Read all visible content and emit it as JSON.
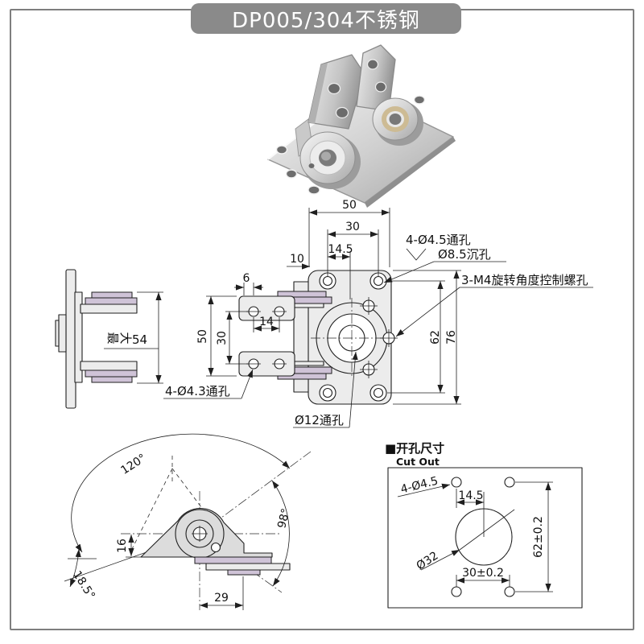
{
  "title_bar": {
    "label": "DP005/304不锈钢"
  },
  "colors": {
    "title_bar_bg": "#8a8a8a",
    "page_border": "#7e7e7e",
    "drawing_line": "#1f1f1f",
    "part_fill": "#ececec",
    "washer_fill": "#cfc3d7"
  },
  "front_view": {
    "dims": {
      "overall_width": "50",
      "hole_spacing": "30",
      "center_offset": "14.5",
      "edge_to_hole": "10",
      "arm_offset": "6",
      "arm_hole_spacing": "14",
      "arm_overall": "50",
      "arm_hole_vertical": "30",
      "vertical_holes": "62",
      "overall_height": "76"
    },
    "labels": {
      "counterbore1": "4-Ø4.5通孔",
      "counterbore2": "Ø8.5沉孔",
      "m4": "3-M4旋转角度控制螺孔",
      "arm_holes": "4-Ø4.3通孔",
      "center_hole": "Ø12通孔"
    }
  },
  "side_view": {
    "max1": "最",
    "max2": "大",
    "max_value": "54"
  },
  "angle_view": {
    "open_angle": "120°",
    "travel_angle": "98°",
    "down_angle": "18.5°",
    "pivot_height": "16",
    "pivot_offset": "29"
  },
  "cutout": {
    "heading": "■开孔尺寸",
    "subheading": "Cut Out",
    "holes": "4-Ø4.5",
    "hole_offset": "14.5",
    "center_hole": "Ø32",
    "width_tol": "30±0.2",
    "height_tol": "62±0.2"
  }
}
